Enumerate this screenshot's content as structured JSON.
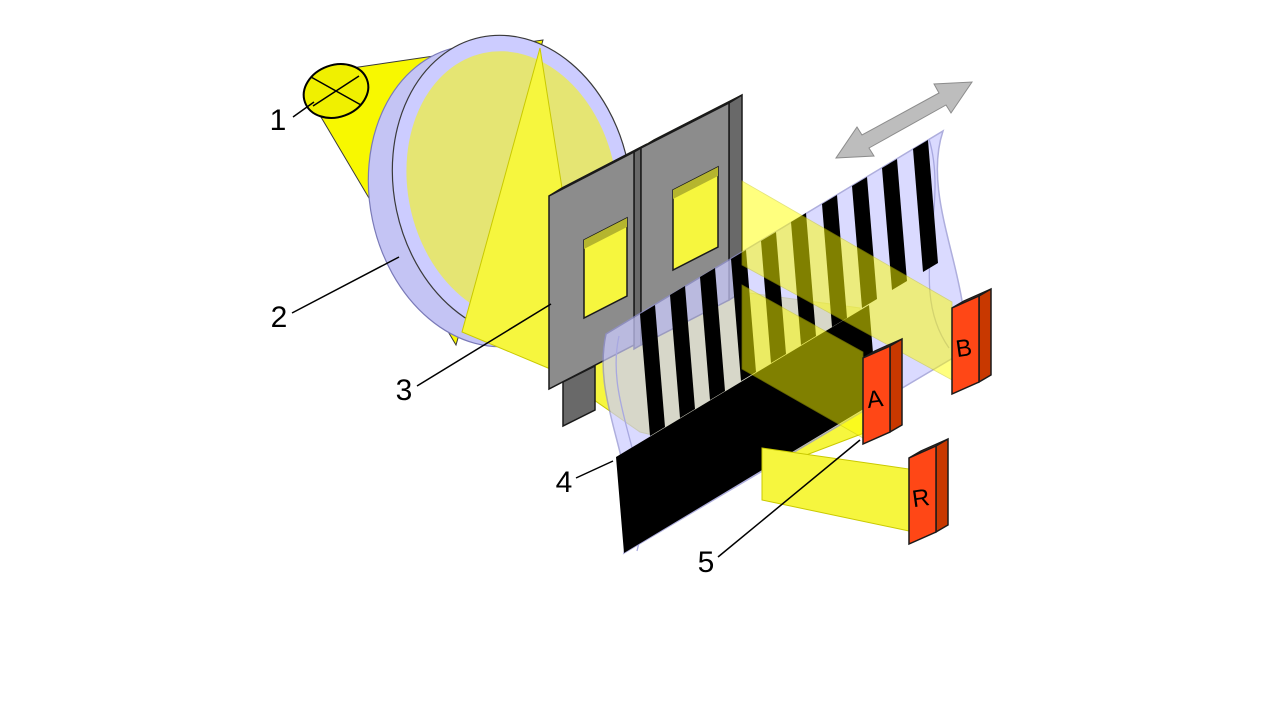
{
  "figure": {
    "background": "#ffffff",
    "callouts": [
      {
        "text": "1",
        "target": "light-source"
      },
      {
        "text": "2",
        "target": "condenser-lens"
      },
      {
        "text": "3",
        "target": "scanning-mask"
      },
      {
        "text": "4",
        "target": "code-strip"
      },
      {
        "text": "5",
        "target": "photodetector"
      }
    ],
    "detectors": [
      {
        "label": "A"
      },
      {
        "label": "B"
      },
      {
        "label": "R"
      }
    ],
    "colors": {
      "cone": "#f8f800",
      "bulb": "#f0f000",
      "beam": "#f6f63e",
      "beam_band": "#ffff00",
      "lens_rim": "#c4c4f4",
      "lens_body": "#ccccff",
      "lens_tint": "#e9e95a",
      "mask_front": "#8c8c8c",
      "mask_top": "#b2b2b2",
      "mask_side": "#696969",
      "hole_shadow": "#b5b52e",
      "strip_backing": "#ccccff",
      "stripe_black": "#000000",
      "detector_front": "#ff4716",
      "detector_top": "#ff8040",
      "detector_side": "#c83800",
      "arrow": "#bdbdbd"
    }
  }
}
